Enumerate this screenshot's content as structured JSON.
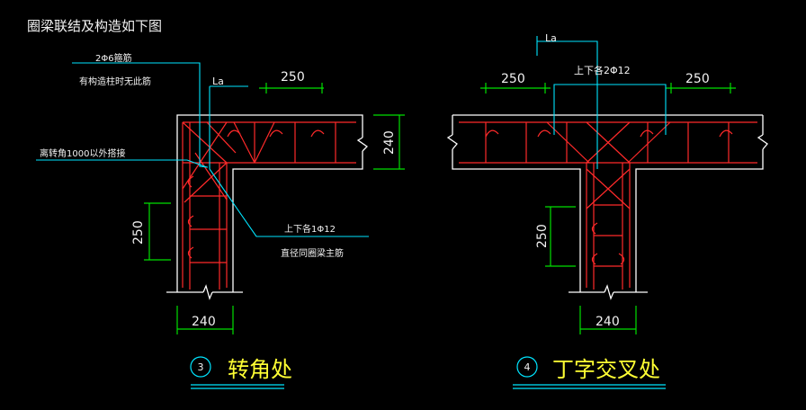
{
  "drawing_title": "圈梁联结及构造如下图",
  "colors": {
    "background": "#000000",
    "wall": "#ffffff",
    "rebar": "#ff2a2a",
    "dimension": "#00e000",
    "leader": "#00e5ff",
    "label": "#ffff33"
  },
  "left_detail": {
    "note_stirrup_line1": "2Φ6箍筋",
    "note_stirrup_line2": "有构造柱时无此筋",
    "note_corner": "离转角1000以外搭接",
    "note_rebar_line1": "上下各1Φ12",
    "note_rebar_line2": "直径同圈梁主筋",
    "anchor_label": "La",
    "dim_horizontal": "250",
    "dim_beam_width": "240",
    "dim_vertical": "250",
    "dim_wall_width": "240",
    "circle_number": "3",
    "caption": "转角处"
  },
  "right_detail": {
    "anchor_label": "La",
    "note_rebar": "上下各2Φ12",
    "dim_left": "250",
    "dim_right": "250",
    "dim_vertical": "250",
    "dim_wall_width": "240",
    "circle_number": "4",
    "caption": "丁字交叉处"
  }
}
